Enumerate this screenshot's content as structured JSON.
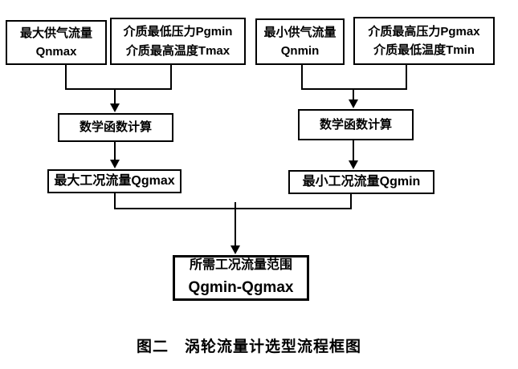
{
  "page": {
    "background": "#ffffff",
    "line_color": "#000000",
    "text_color": "#000000"
  },
  "boxes": {
    "qnmax": {
      "line1": "最大供气流量",
      "line2": "Qnmax"
    },
    "pgmin_tmax": {
      "line1": "介质最低压力Pgmin",
      "line2": "介质最高温度Tmax"
    },
    "qnmin": {
      "line1": "最小供气流量",
      "line2": "Qnmin"
    },
    "pgmax_tmin": {
      "line1": "介质最高压力Pgmax",
      "line2": "介质最低温度Tmin"
    },
    "math_left": {
      "line1": "数学函数计算"
    },
    "math_right": {
      "line1": "数学函数计算"
    },
    "qgmax": {
      "line1": "最大工况流量Qgmax"
    },
    "qgmin": {
      "line1": "最小工况流量Qgmin"
    },
    "result": {
      "line1": "所需工况流量范围",
      "line2": "Qgmin-Qgmax"
    }
  },
  "caption": "图二　涡轮流量计选型流程框图"
}
